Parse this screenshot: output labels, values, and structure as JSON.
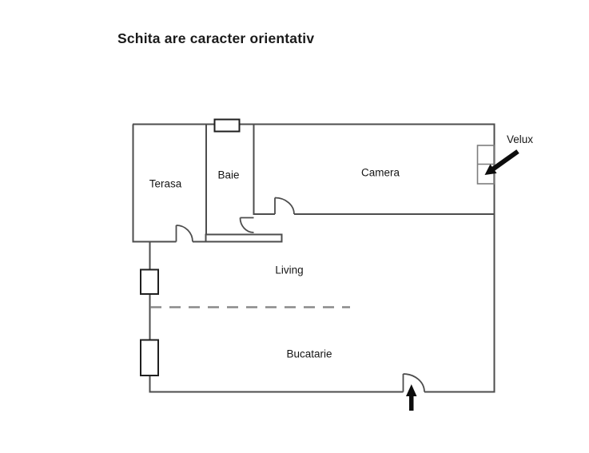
{
  "title": "Schita are caracter orientativ",
  "floor_plan": {
    "labels": {
      "terasa": "Terasa",
      "baie": "Baie",
      "camera": "Camera",
      "living": "Living",
      "bucatarie": "Bucatarie",
      "velux": "Velux"
    },
    "colors": {
      "wall": "#4d4d4d",
      "window": "#1f1f1f",
      "velux_outline": "#7d7d7d",
      "dashed_divider": "#8a8a8a",
      "arrow": "#0d0d0d",
      "background": "#ffffff",
      "text": "#161616"
    }
  }
}
